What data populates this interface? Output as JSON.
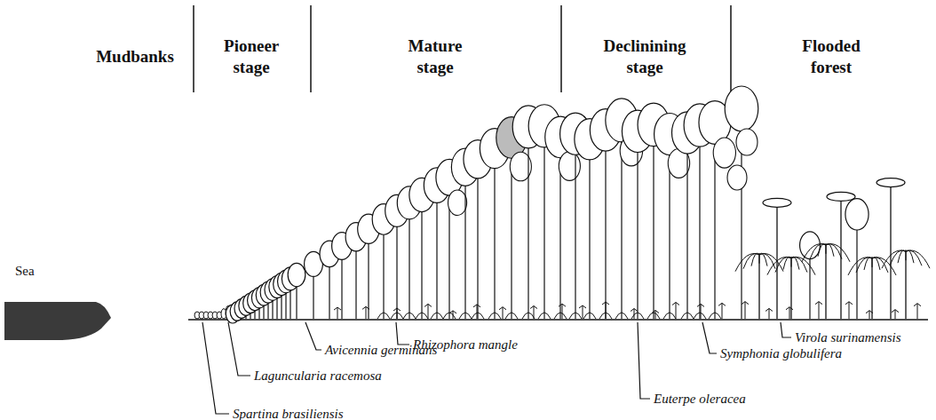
{
  "diagram": {
    "labels": [
      "Mudbanks",
      "Pioneer stage",
      "Mature stage",
      "Declinining stage",
      "Flooded forest",
      "Sea",
      "Spartina brasiliensis",
      "Laguncularia racemosa",
      "Avicennia germinans",
      "Rhizophora mangle",
      "Euterpe oleracea",
      "Symphonia globulifera",
      "Virola surinamensis"
    ]
  }
}
